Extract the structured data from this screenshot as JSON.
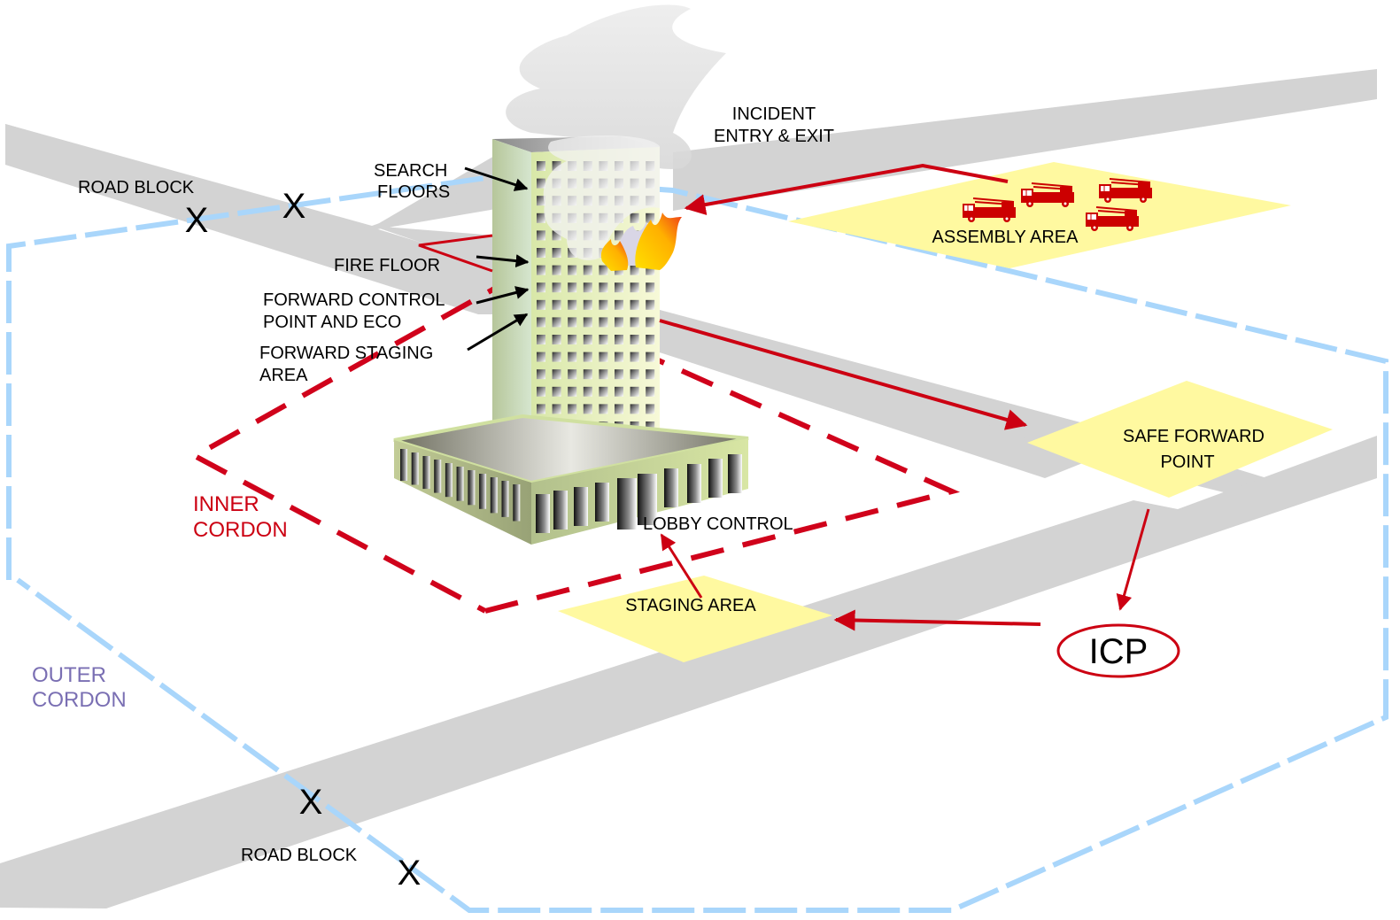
{
  "title": "Incident command layout for high-rise building fire",
  "colors": {
    "road": "#d3d3d3",
    "outer_cordon": "#a9d6fb",
    "inner_cordon": "#d0021b",
    "flow_arrow": "#cc0012",
    "zone_fill": "#fff9a0",
    "building": "#dfe8b8",
    "fire_truck": "#cc0000",
    "label_arrow": "#000000",
    "outer_cordon_label": "#7a6fb3"
  },
  "labels": {
    "road_block_top": "ROAD BLOCK",
    "road_block_bottom": "ROAD BLOCK",
    "road_block_marker": "X",
    "search_floors": [
      "SEARCH",
      "FLOORS"
    ],
    "fire_floor": "FIRE FLOOR",
    "forward_control": [
      "FORWARD CONTROL",
      "POINT AND ECO"
    ],
    "forward_staging": [
      "FORWARD STAGING",
      "AREA"
    ],
    "incident_entry_exit": [
      "INCIDENT",
      "ENTRY & EXIT"
    ],
    "assembly_area": "ASSEMBLY AREA",
    "safe_forward_point": [
      "SAFE FORWARD",
      "POINT"
    ],
    "inner_cordon": [
      "INNER",
      "CORDON"
    ],
    "outer_cordon": [
      "OUTER",
      "CORDON"
    ],
    "lobby_control": "LOBBY CONTROL",
    "staging_area": "STAGING AREA",
    "icp": "ICP"
  },
  "icons": {
    "fire_truck": "fire-truck-icon",
    "fire": "fire-icon",
    "smoke": "smoke-icon",
    "building": "high-rise-building-icon",
    "road_block": "x-mark-icon"
  },
  "fire_trucks_in_assembly_area": 4,
  "tower": {
    "window_columns": 8,
    "window_rows": 16
  }
}
